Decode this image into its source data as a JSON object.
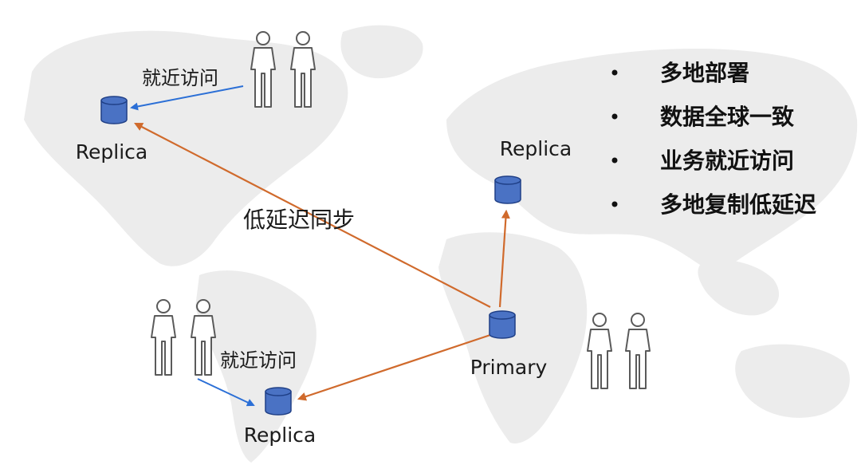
{
  "colors": {
    "sync_arrow": "#d06a2c",
    "access_arrow": "#2b6fd6",
    "db_fill": "#4a72c4",
    "db_stroke": "#1f3f86",
    "map": "#ececec",
    "person": "#5a5a5a"
  },
  "icons": {
    "database": "database-icon",
    "person": "person-icon"
  },
  "nodes": {
    "replica_na": "Replica",
    "replica_eu": "Replica",
    "replica_sa": "Replica",
    "primary": "Primary"
  },
  "labels": {
    "low_latency_sync": "低延迟同步",
    "nearby_access_top": "就近访问",
    "nearby_access_bottom": "就近访问"
  },
  "bullets": [
    "多地部署",
    "数据全球一致",
    "业务就近访问",
    "多地复制低延迟"
  ]
}
